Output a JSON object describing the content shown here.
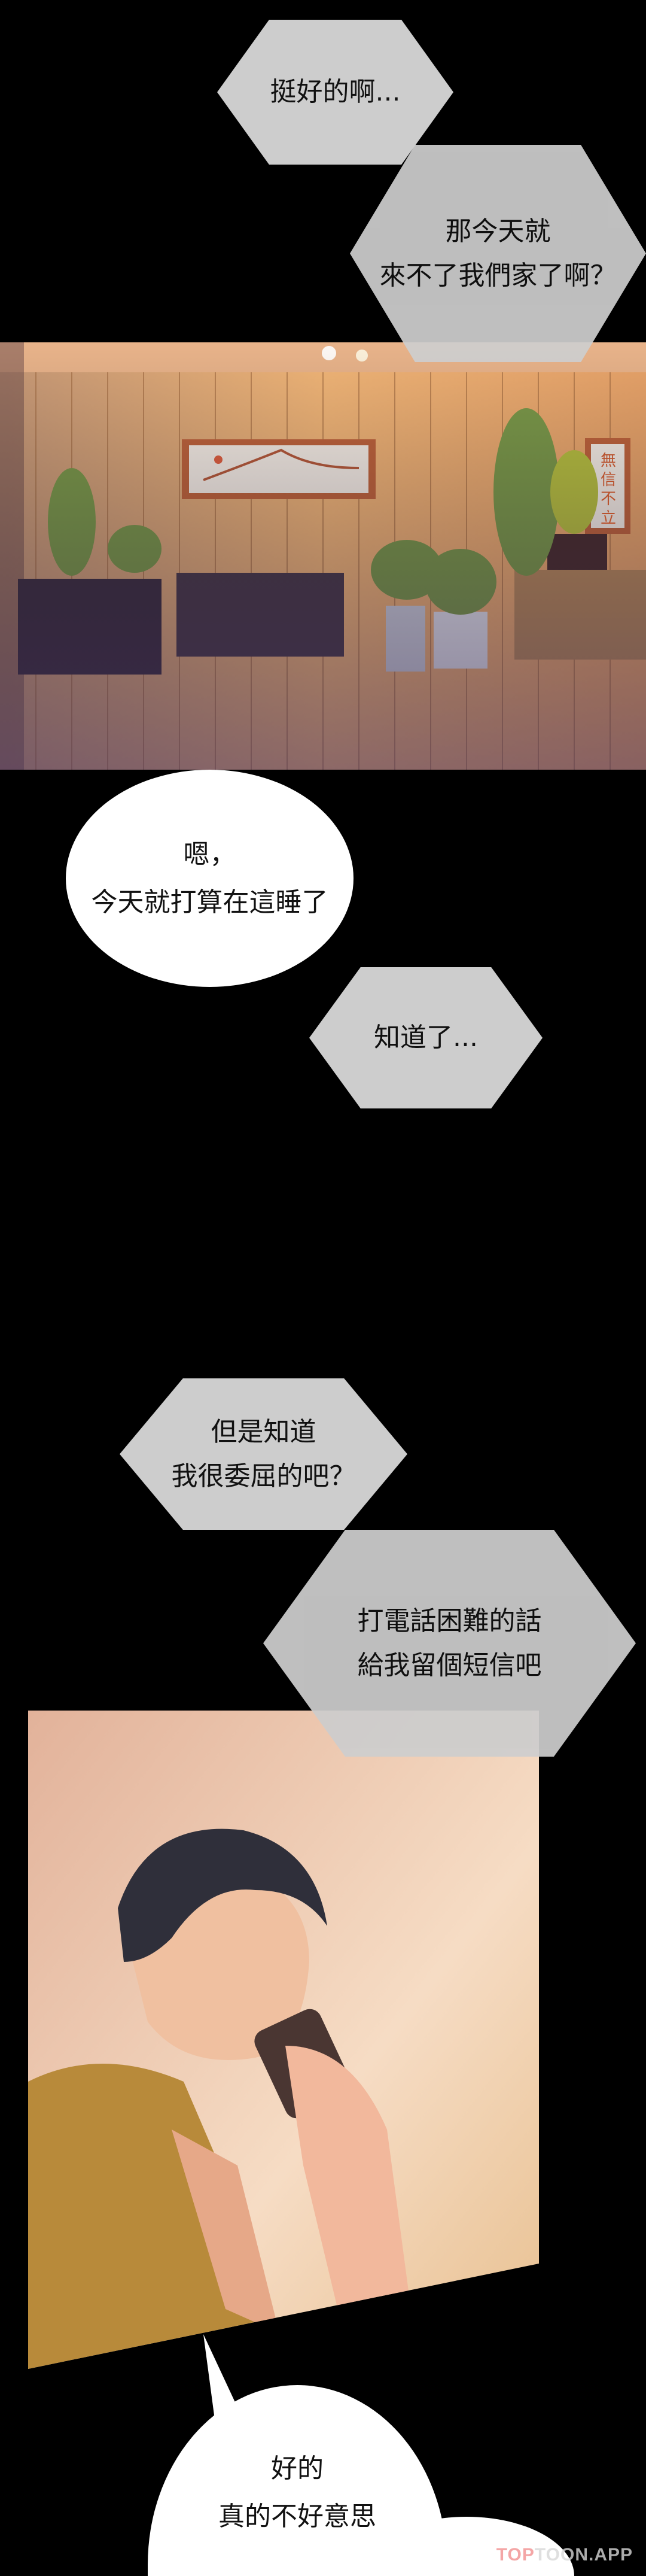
{
  "bubbles": [
    {
      "lines": [
        "挺好的啊..."
      ]
    },
    {
      "lines": [
        "那今天就",
        "來不了我們家了啊？"
      ]
    },
    {
      "lines": [
        "嗯，",
        "今天就打算在這睡了"
      ]
    },
    {
      "lines": [
        "知道了..."
      ]
    },
    {
      "lines": [
        "但是知道",
        "我很委屈的吧？"
      ]
    },
    {
      "lines": [
        "打電話困難的話",
        "給我留個短信吧"
      ]
    },
    {
      "lines": [
        "好的",
        "真的不好意思"
      ]
    }
  ],
  "room_panel": {
    "scroll_text": [
      "無",
      "信",
      "不",
      "立"
    ]
  },
  "watermark": {
    "part1": "TOP",
    "part2": "TOON.APP"
  },
  "colors": {
    "background": "#000000",
    "hex_bubble": "#cdcdcd",
    "speech_bubble": "#ffffff",
    "watermark": "#f4a6a6"
  }
}
